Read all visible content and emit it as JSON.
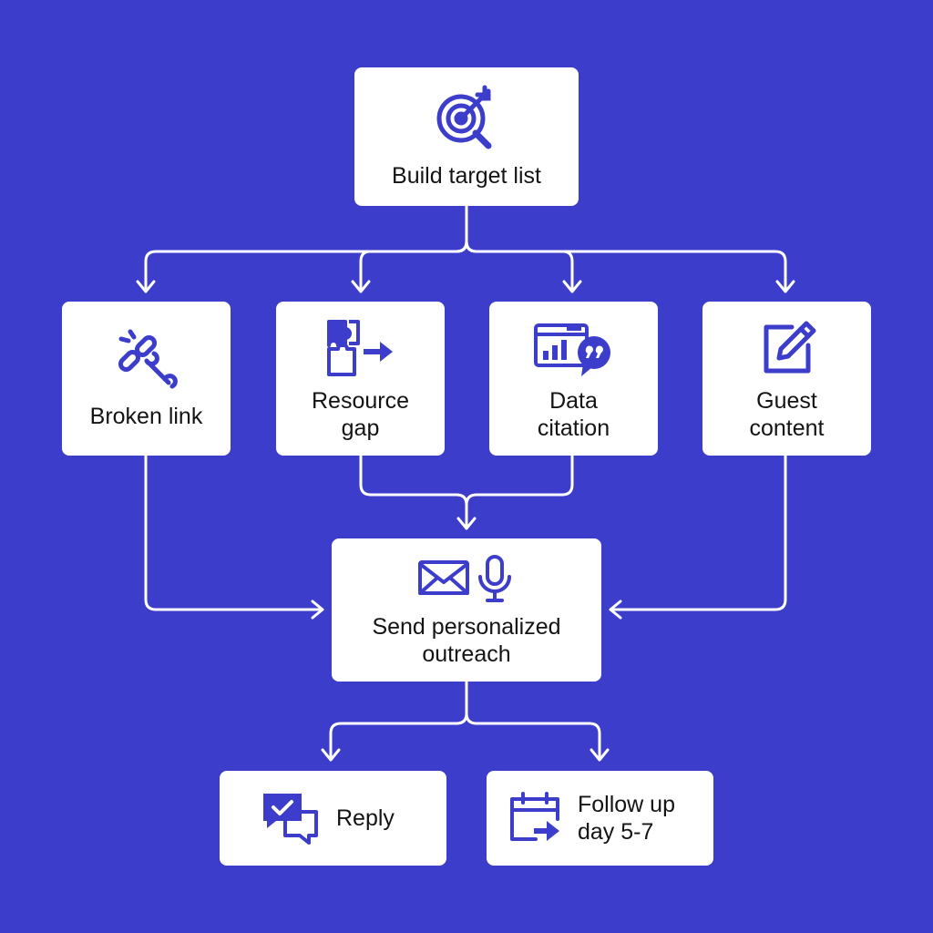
{
  "colors": {
    "background": "#3d3dcc",
    "accent": "#3d3dcc",
    "card": "#ffffff",
    "text": "#141414",
    "line": "#ffffff"
  },
  "nodes": {
    "build_target_list": {
      "label": "Build target list",
      "icon": "target-search-icon"
    },
    "broken_link": {
      "label": "Broken link",
      "icon": "broken-link-wrench-icon"
    },
    "resource_gap": {
      "label": "Resource\ngap",
      "icon": "puzzle-arrow-icon"
    },
    "data_citation": {
      "label": "Data\ncitation",
      "icon": "chart-quote-icon"
    },
    "guest_content": {
      "label": "Guest\ncontent",
      "icon": "edit-pencil-icon"
    },
    "send_outreach": {
      "label": "Send personalized\noutreach",
      "icon": "mail-microphone-icon"
    },
    "reply": {
      "label": "Reply",
      "icon": "chat-check-icon"
    },
    "follow_up": {
      "label": "Follow up\nday 5-7",
      "icon": "calendar-arrow-icon"
    }
  },
  "edges": [
    [
      "build_target_list",
      "broken_link"
    ],
    [
      "build_target_list",
      "resource_gap"
    ],
    [
      "build_target_list",
      "data_citation"
    ],
    [
      "build_target_list",
      "guest_content"
    ],
    [
      "broken_link",
      "send_outreach"
    ],
    [
      "resource_gap",
      "send_outreach"
    ],
    [
      "data_citation",
      "send_outreach"
    ],
    [
      "guest_content",
      "send_outreach"
    ],
    [
      "send_outreach",
      "reply"
    ],
    [
      "send_outreach",
      "follow_up"
    ]
  ]
}
